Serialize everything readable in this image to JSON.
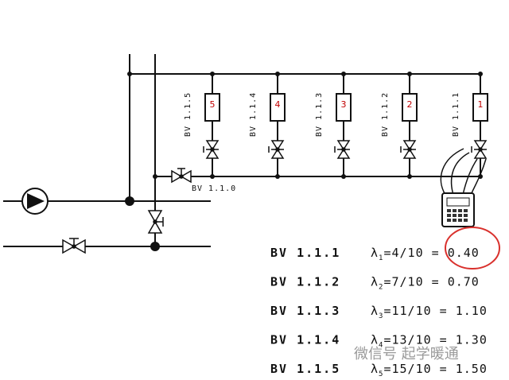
{
  "diagram": {
    "branches": [
      {
        "number": "5",
        "valve_label": "BV 1.1.5"
      },
      {
        "number": "4",
        "valve_label": "BV 1.1.4"
      },
      {
        "number": "3",
        "valve_label": "BV 1.1.3"
      },
      {
        "number": "2",
        "valve_label": "BV 1.1.2"
      },
      {
        "number": "1",
        "valve_label": "BV 1.1.1"
      }
    ],
    "main_valve_label": "BV 1.1.0"
  },
  "results": [
    {
      "valve": "BV 1.1.1",
      "lambda": "λ",
      "index": "1",
      "expr": "=4/10 = 0.40",
      "highlighted": true
    },
    {
      "valve": "BV 1.1.2",
      "lambda": "λ",
      "index": "2",
      "expr": "=7/10 = 0.70",
      "highlighted": false
    },
    {
      "valve": "BV 1.1.3",
      "lambda": "λ",
      "index": "3",
      "expr": "=11/10 = 1.10",
      "highlighted": false
    },
    {
      "valve": "BV 1.1.4",
      "lambda": "λ",
      "index": "4",
      "expr": "=13/10 = 1.30",
      "highlighted": false
    },
    {
      "valve": "BV 1.1.5",
      "lambda": "λ",
      "index": "5",
      "expr": "=15/10 = 1.50",
      "highlighted": false
    }
  ],
  "watermark": "微信号 起学暖通",
  "colors": {
    "line": "#111111",
    "number": "#c00000",
    "highlight": "#d9302c",
    "watermark": "#9a9a9a"
  }
}
